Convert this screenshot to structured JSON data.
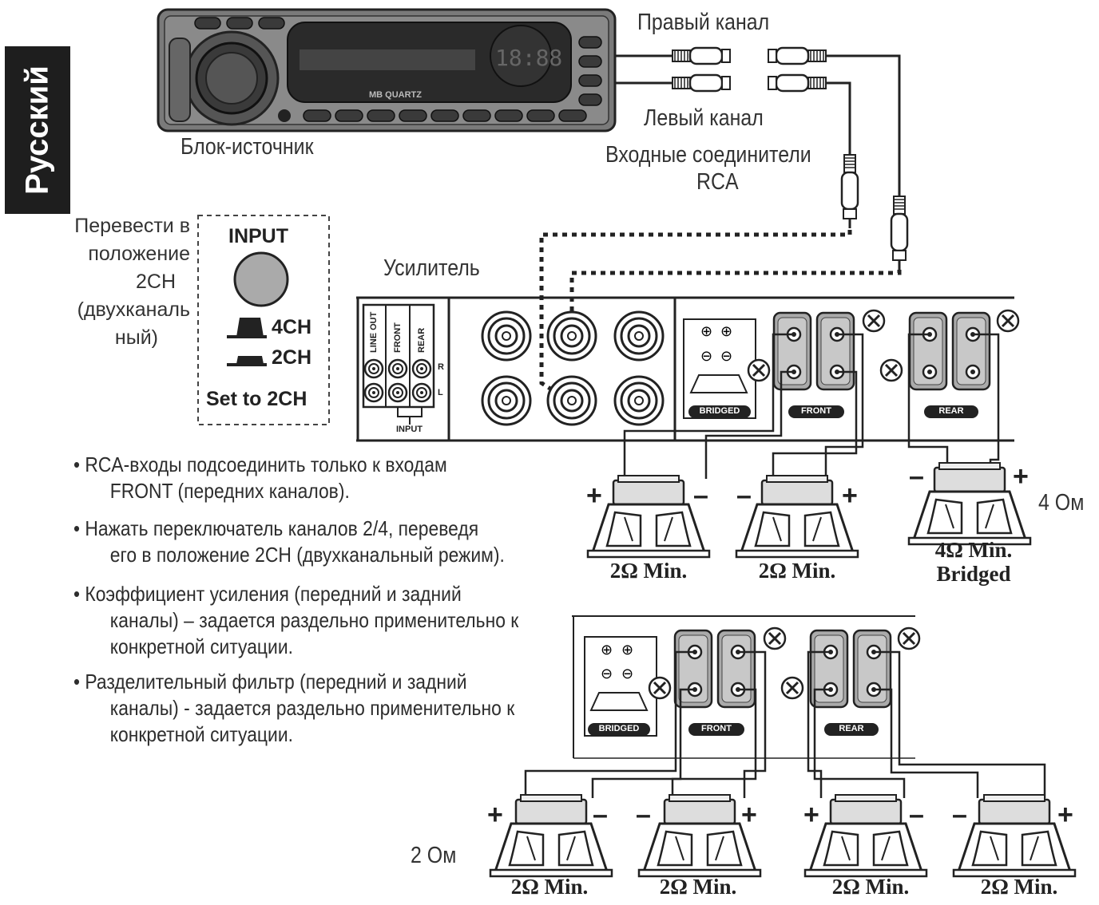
{
  "language_tab": "Русский",
  "head_unit": {
    "label": "Блок-источник",
    "brand": "MB QUARTZ",
    "display": "18:88"
  },
  "rca": {
    "right_channel": "Правый канал",
    "left_channel": "Левый канал",
    "connectors_line1": "Входные соединители",
    "connectors_line2": "RCA"
  },
  "amplifier": {
    "label": "Усилитель",
    "line_out": "LINE OUT",
    "front": "FRONT",
    "rear": "REAR",
    "r": "R",
    "l": "L",
    "input": "INPUT",
    "bridged": "BRIDGED",
    "terminal_front": "FRONT",
    "terminal_rear": "REAR"
  },
  "input_switch": {
    "instruction_lines": [
      "Перевести в",
      "положение",
      "2CH",
      "(двухканаль",
      "ный)"
    ],
    "title": "INPUT",
    "opt_4ch": "4CH",
    "opt_2ch": "2CH",
    "set_to": "Set to 2CH"
  },
  "notes": [
    {
      "line1": "• RCA-входы подсоединить только к входам",
      "line2": "FRONT (передних каналов)."
    },
    {
      "line1": "• Нажать переключатель каналов 2/4, переведя",
      "line2": "его в положение 2CH (двухканальный режим)."
    },
    {
      "line1": "• Коэффициент усиления (передний и задний",
      "line2": "каналы) – задается раздельно применительно к",
      "line3": "конкретной ситуации."
    },
    {
      "line1": "• Разделительный фильтр (передний и задний",
      "line2": "каналы) - задается раздельно применительно к",
      "line3": "конкретной ситуации."
    }
  ],
  "config_4ohm": {
    "label": "4 Ом",
    "speakers": [
      {
        "rating": "2Ω Min.",
        "sub": ""
      },
      {
        "rating": "2Ω Min.",
        "sub": ""
      },
      {
        "rating": "4Ω Min.",
        "sub": "Bridged"
      }
    ]
  },
  "config_2ohm": {
    "label": "2 Ом",
    "speakers": [
      {
        "rating": "2Ω Min."
      },
      {
        "rating": "2Ω Min."
      },
      {
        "rating": "2Ω Min."
      },
      {
        "rating": "2Ω Min."
      }
    ]
  }
}
